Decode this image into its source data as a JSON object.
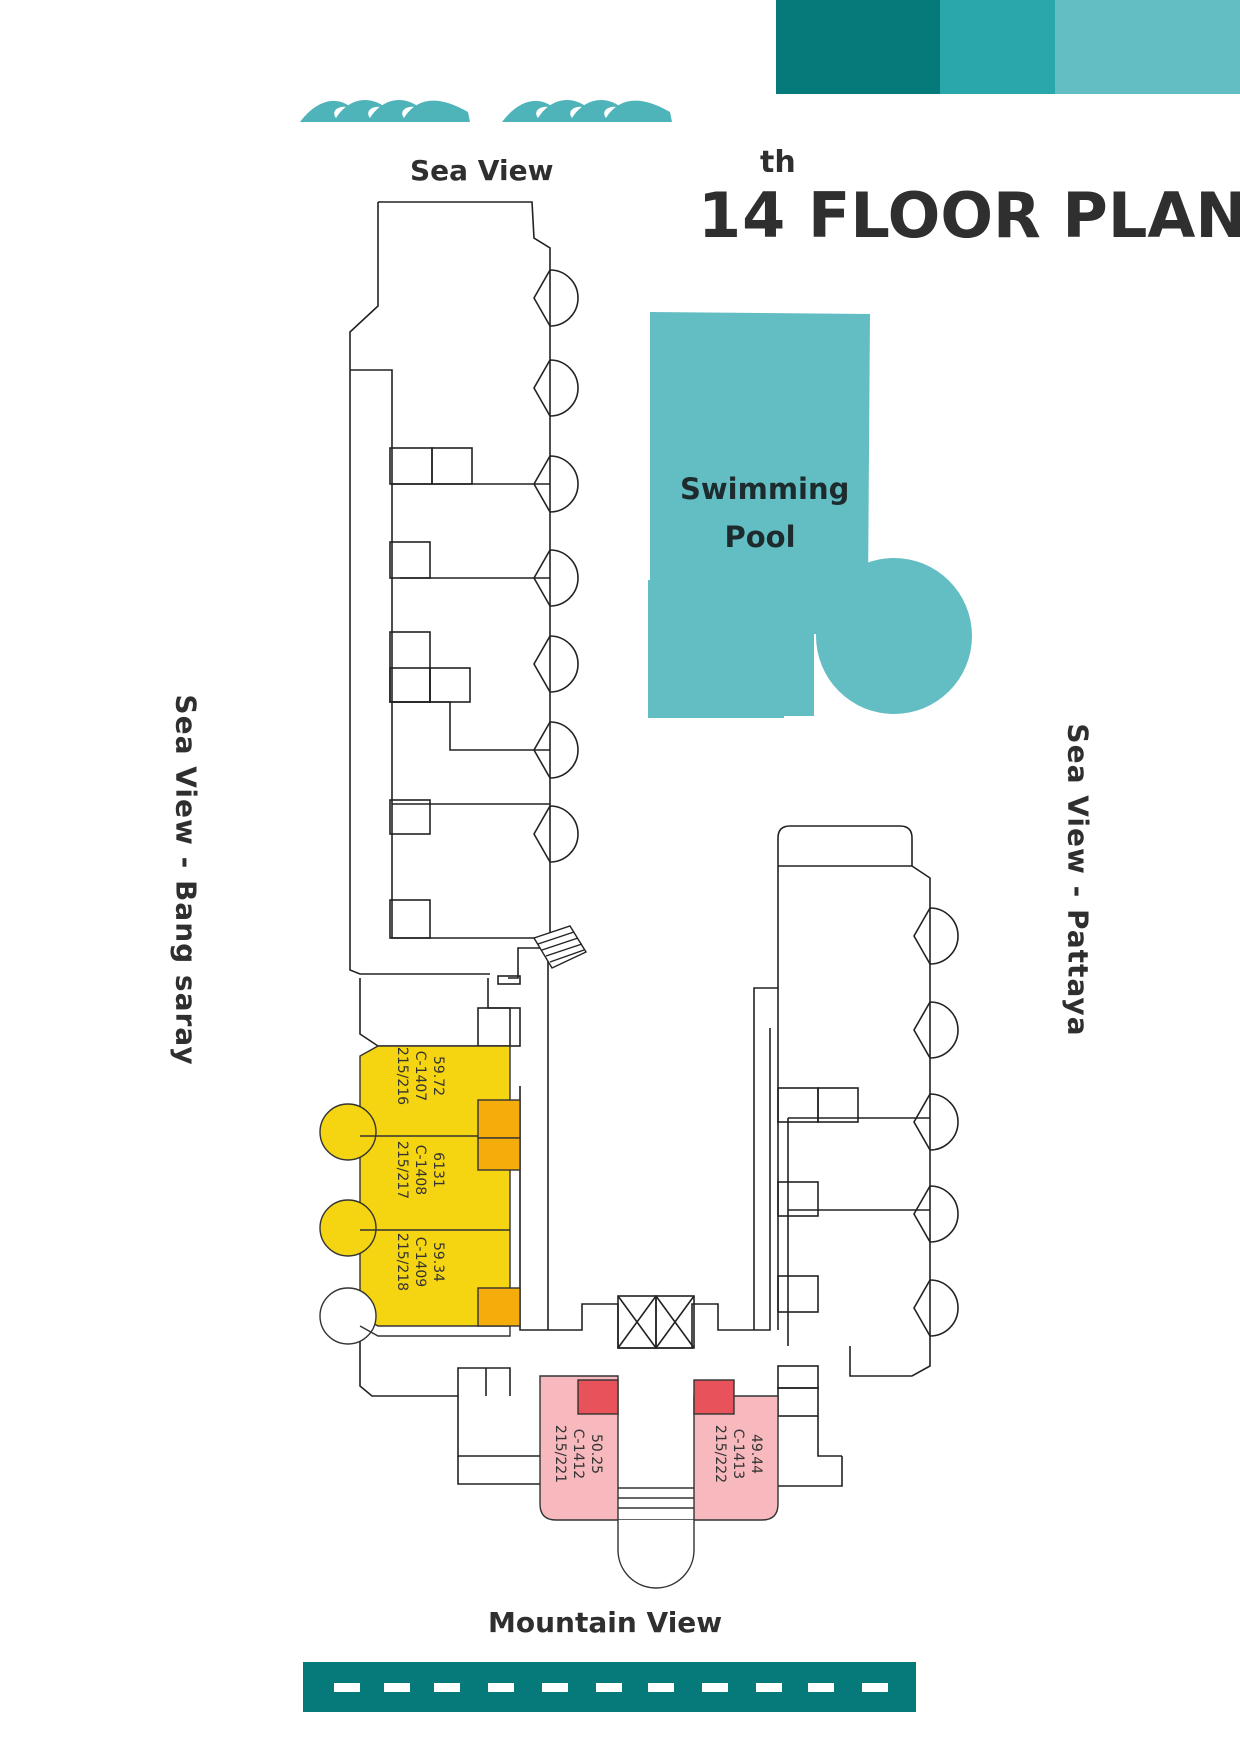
{
  "title": {
    "floor_number": "14",
    "floor_suffix": "th",
    "text": "FLOOR PLAN"
  },
  "views": {
    "top": "Sea View",
    "left": "Sea View - Bang saray",
    "right": "Sea View - Pattaya",
    "bottom": "Mountain View"
  },
  "pool": {
    "line1": "Swimming",
    "line2": "Pool"
  },
  "units": [
    {
      "area": "59.72",
      "code": "C-1407",
      "address": "215/216",
      "status_color": "#f5d411"
    },
    {
      "area": "6131",
      "code": "C-1408",
      "address": "215/217",
      "status_color": "#f5d411"
    },
    {
      "area": "59.34",
      "code": "C-1409",
      "address": "215/218",
      "status_color": "#f5d411"
    },
    {
      "area": "50.25",
      "code": "C-1412",
      "address": "215/221",
      "status_color": "#f7b9bd"
    },
    {
      "area": "49.44",
      "code": "C-1413",
      "address": "215/222",
      "status_color": "#f7b9bd"
    }
  ],
  "colors": {
    "teal_dark": "#067a7b",
    "teal_mid": "#2aa7ab",
    "teal_light": "#63bec3",
    "pool": "#63bec3",
    "unit_yellow": "#f5d411",
    "unit_orange": "#f5ad0c",
    "unit_pink": "#f7b9bd",
    "unit_red": "#e8525a",
    "outline": "#222222"
  },
  "icons": [
    "wave-icon",
    "road-icon",
    "stairs-icon",
    "elevator-icon"
  ]
}
